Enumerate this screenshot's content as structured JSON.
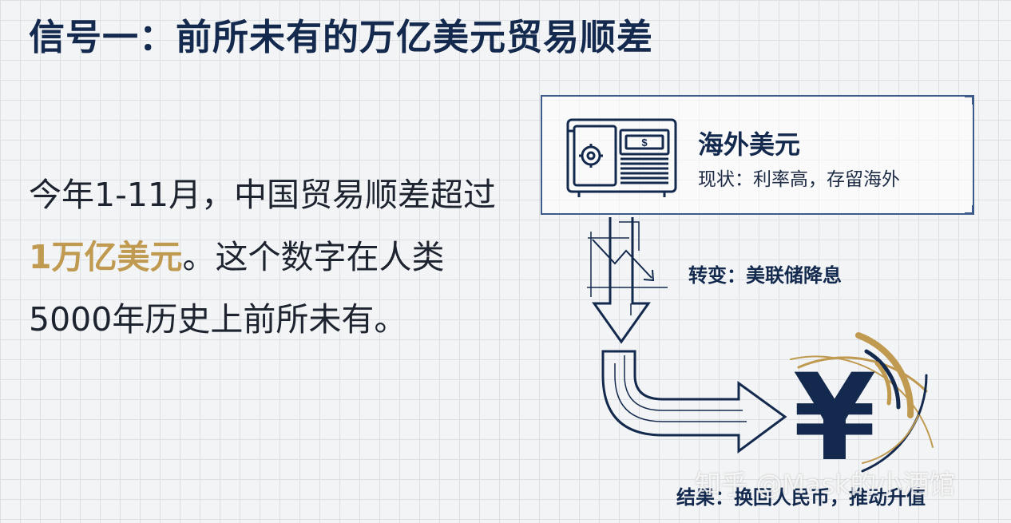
{
  "title": "信号一：前所未有的万亿美元贸易顺差",
  "body": {
    "before": "今年1-11月，中国贸易顺差超过",
    "highlight": "1万亿美元",
    "after": "。这个数字在人类5000年历史上前所未有。"
  },
  "offshore_box": {
    "title": "海外美元",
    "status": "现状：利率高，存留海外",
    "safe_symbol": "$"
  },
  "transition_label": "转变：美联储降息",
  "result_label": "结果：换回人民币，推动升值",
  "currency_symbol": "¥",
  "watermark": "知乎 @Mask的小酒馆",
  "colors": {
    "navy": "#13294d",
    "gold": "#c09a50",
    "background": "#f3f4f5"
  }
}
